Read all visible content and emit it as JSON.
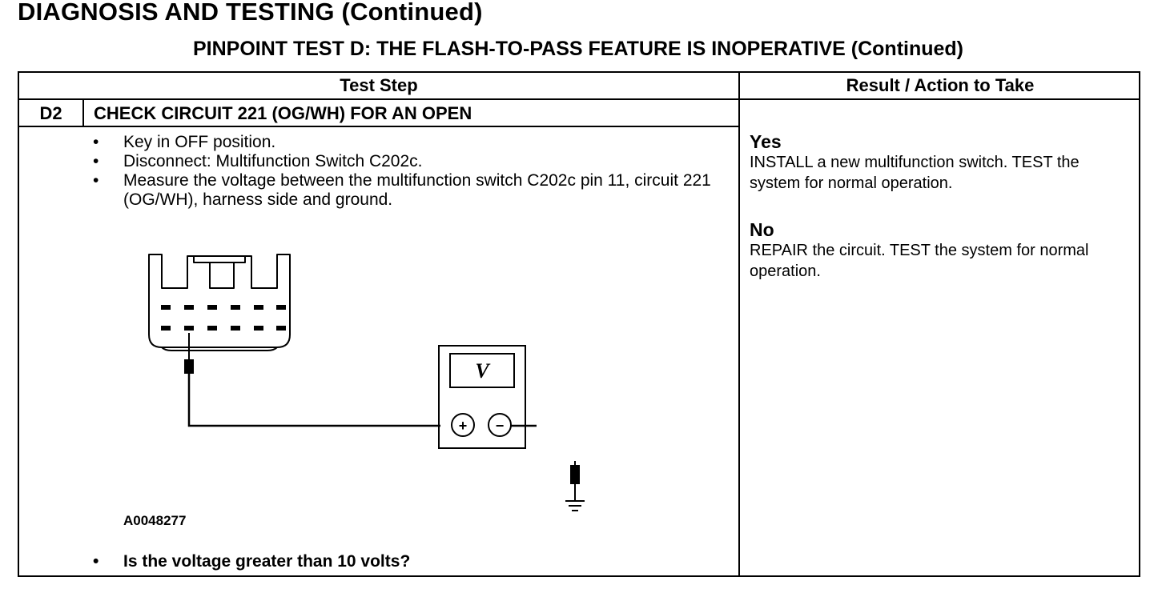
{
  "header": {
    "doc_title": "DIAGNOSIS AND TESTING (Continued)",
    "test_title": "PINPOINT TEST D: THE FLASH-TO-PASS FEATURE IS INOPERATIVE (Continued)"
  },
  "table": {
    "col_test_step": "Test Step",
    "col_result": "Result / Action to Take"
  },
  "step": {
    "id": "D2",
    "title": "CHECK CIRCUIT 221 (OG/WH) FOR AN OPEN",
    "bullets": [
      "Key in OFF position.",
      "Disconnect: Multifunction Switch C202c.",
      "Measure the voltage between the multifunction switch C202c pin 11, circuit 221 (OG/WH), harness side and ground."
    ],
    "figure_id": "A0048277",
    "question": "Is the voltage greater than 10 volts?"
  },
  "meter": {
    "display": "V",
    "plus": "+",
    "minus": "−"
  },
  "results": {
    "yes_label": "Yes",
    "yes_text": "INSTALL a new multifunction switch. TEST the system for normal operation.",
    "no_label": "No",
    "no_text": "REPAIR the circuit. TEST the system for normal operation."
  }
}
